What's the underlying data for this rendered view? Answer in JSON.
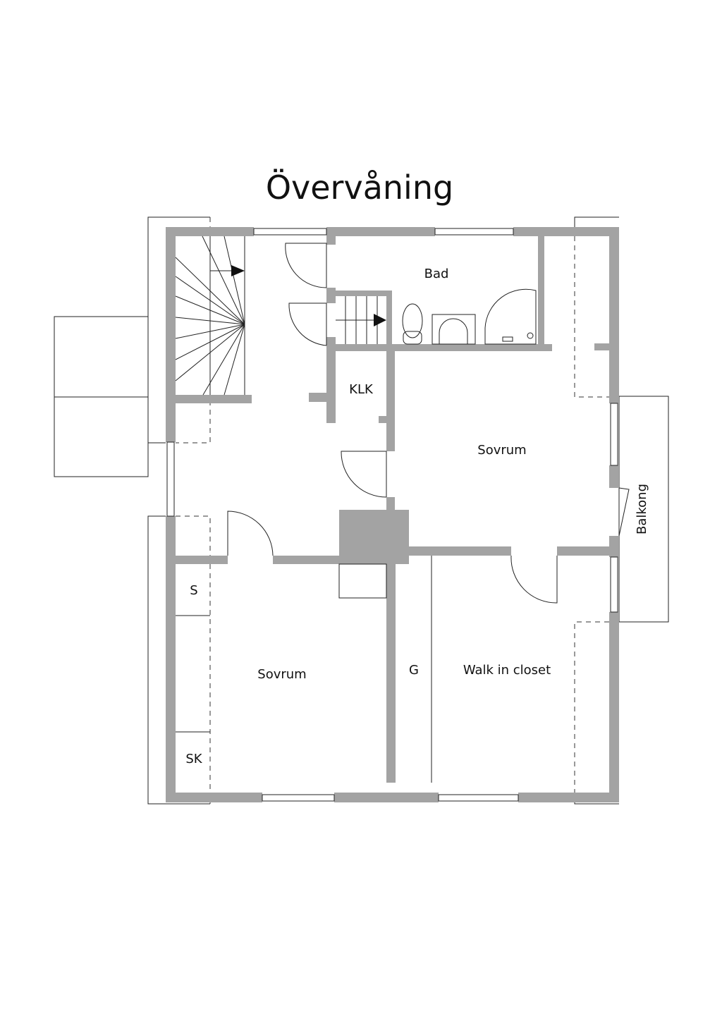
{
  "title": "Övervåning",
  "rooms": {
    "bad": "Bad",
    "klk": "KLK",
    "sovrum_upper": "Sovrum",
    "sovrum_lower": "Sovrum",
    "balkong": "Balkong",
    "s": "S",
    "sk": "SK",
    "g": "G",
    "walk_in": "Walk in closet"
  },
  "colors": {
    "wall": "#a3a3a3",
    "line": "#222222"
  }
}
